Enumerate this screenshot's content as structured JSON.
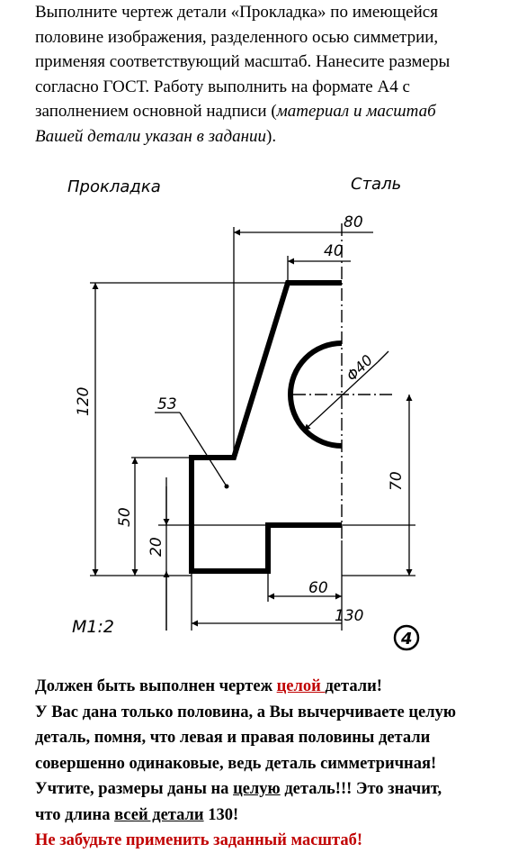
{
  "intro": {
    "line1": "Выполните чертеж детали «Прокладка» по имеющейся",
    "line2": "половине изображения, разделенного осью симметрии,",
    "line3": "применяя соответствующий масштаб. Нанесите размеры",
    "line4": "согласно ГОСТ. Работу выполнить на формате А4 с",
    "line5_plain": "заполнением основной надписи (",
    "line5_italic": "материал и масштаб",
    "line6_italic": "Вашей детали указан в задании",
    "line6_end": ")."
  },
  "drawing": {
    "part_name": "Прокладка",
    "material": "Сталь",
    "scale": "М1:2",
    "variant_number": "4",
    "dims": {
      "d80": "80",
      "d40": "40",
      "d120": "120",
      "d53": "53",
      "phi40": "Φ40",
      "d70": "70",
      "d50": "50",
      "d20": "20",
      "d60": "60",
      "d130": "130"
    }
  },
  "notes": {
    "l1_a": "Должен быть выполнен чертеж ",
    "l1_b": "целой ",
    "l1_c": "детали!",
    "l2": "У Вас дана только половина, а Вы вычерчиваете целую",
    "l3": "деталь, помня, что левая и правая половины детали",
    "l4": "совершенно одинаковые, ведь деталь симметричная!",
    "l5_a": "Учтите, размеры даны на ",
    "l5_b": "целую",
    "l5_c": " деталь!!! Это значит,",
    "l6_a": "что длина ",
    "l6_b": "всей детали",
    "l6_c": " 130!",
    "l7": "Не забудьте применить заданный масштаб!"
  }
}
